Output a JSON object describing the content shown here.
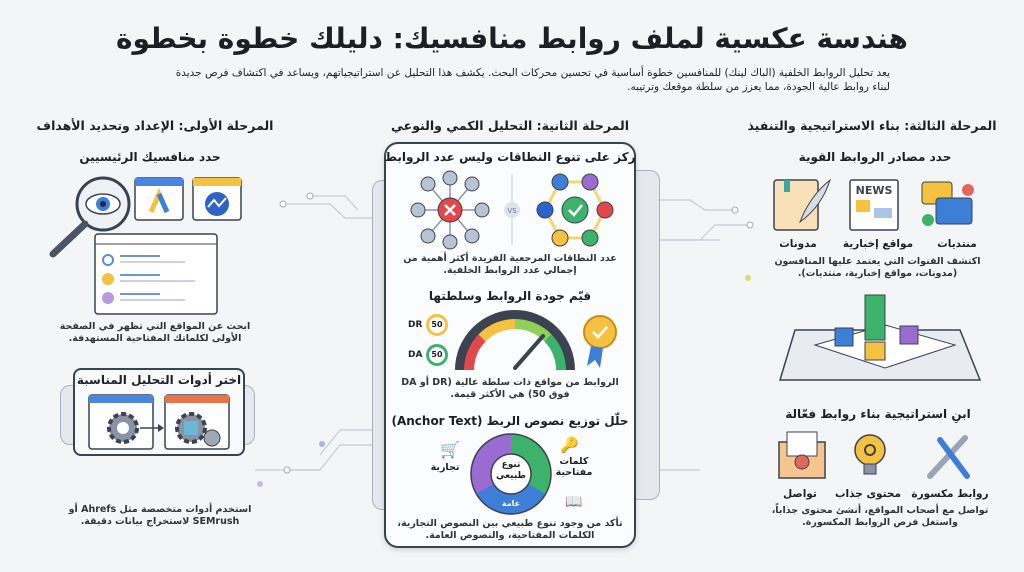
{
  "title": "هندسة عكسية لملف روابط منافسيك: دليلك خطوة بخطوة",
  "intro": "يعد تحليل الروابط الخلفية (الباك لينك) للمنافسين خطوة أساسية في تحسين محركات البحث. يكشف هذا التحليل عن استراتيجياتهم، ويساعد في اكتشاف فرص جديدة لبناء روابط عالية الجودة، مما يعزز من سلطة موقعك وترتيبه.",
  "phase1": {
    "title": "المرحلة الأولى: الإعداد وتحديد الأهداف",
    "step1": {
      "title": "حدد منافسيك الرئيسيين",
      "caption": "ابحث عن المواقع التي تظهر في الصفحة الأولى لكلماتك المفتاحية المستهدفة."
    },
    "step2": {
      "title": "اختر أدوات التحليل المناسبة",
      "caption": "استخدم أدوات متخصصة مثل Ahrefs أو SEMrush لاستخراج بيانات دقيقة."
    }
  },
  "phase2": {
    "title": "المرحلة الثانية: التحليل الكمي والنوعي",
    "step1": {
      "title": "ركز على تنوع النطاقات وليس عدد الروابط",
      "vs": "VS",
      "caption": "عدد النطاقات المرجعية الفريدة أكثر أهمية من إجمالي عدد الروابط الخلفية."
    },
    "step2": {
      "title": "قيّم جودة الروابط وسلطتها",
      "dr_label": "DR",
      "dr_value": "50",
      "da_label": "DA",
      "da_value": "50",
      "caption": "الروابط من مواقع ذات سلطة عالية (DR أو DA فوق 50) هي الأكثر قيمة."
    },
    "step3": {
      "title": "حلّل توزيع نصوص الربط (Anchor Text)",
      "center": "تنوع طبيعي",
      "segment_bottom": "عامة",
      "label_left": "تجارية",
      "label_right": "كلمات مفتاحية",
      "caption": "تأكد من وجود تنوع طبيعي بين النصوص التجارية، الكلمات المفتاحية، والنصوص العامة."
    }
  },
  "phase3": {
    "title": "المرحلة الثالثة: بناء الاستراتيجية والتنفيذ",
    "step1": {
      "title": "حدد مصادر الروابط القوية",
      "items": [
        "منتديات",
        "مواقع إخبارية",
        "مدونات"
      ],
      "news_word": "NEWS",
      "caption": "اكتشف القنوات التي يعتمد عليها المنافسون (مدونات، مواقع إخبارية، منتديات)."
    },
    "step2": {
      "title": "ابنِ استراتيجية بناء روابط فعّالة",
      "items": [
        "روابط مكسورة",
        "محتوى جذاب",
        "تواصل"
      ],
      "caption": "تواصل مع أصحاب المواقع، أنشئ محتوى جذاباً، واستغل فرص الروابط المكسورة."
    }
  },
  "colors": {
    "red": "#e2474b",
    "green": "#3cb26b",
    "blue": "#3d7fd6",
    "yellow": "#f4c141",
    "purple": "#9a6cd1",
    "dark": "#3b4350"
  }
}
